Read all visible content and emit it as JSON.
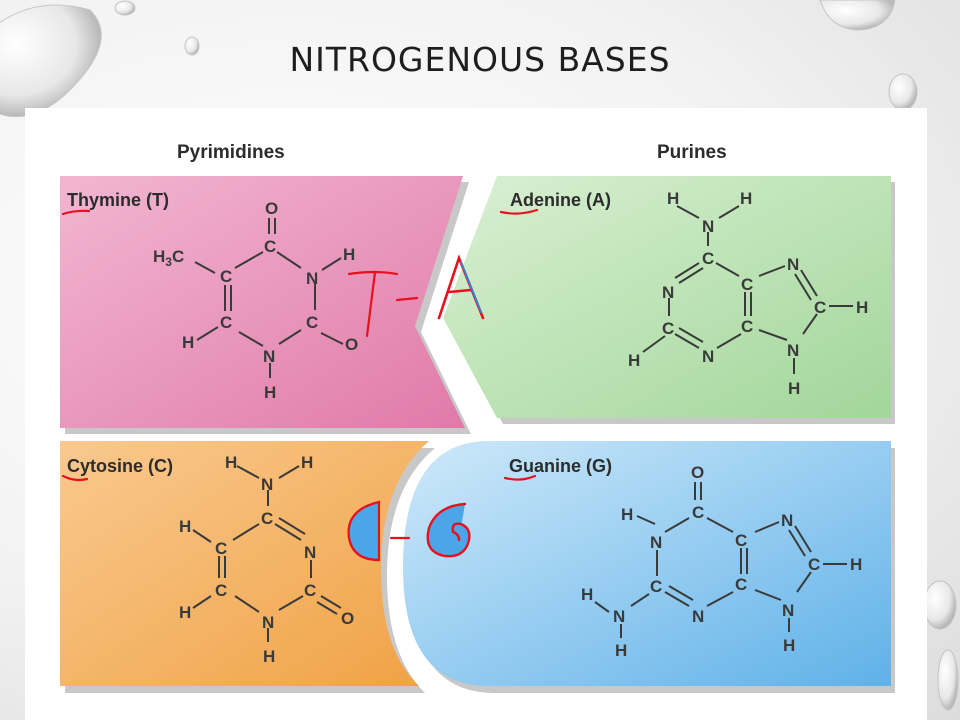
{
  "slide": {
    "title": "NITROGENOUS BASES"
  },
  "figure": {
    "headers": {
      "left": "Pyrimidines",
      "right": "Purines"
    },
    "bases": [
      {
        "name": "Thymine (T)",
        "color": "#e58fb7"
      },
      {
        "name": "Adenine (A)",
        "color": "#a7d9a0"
      },
      {
        "name": "Cytosine (C)",
        "color": "#f3a95a"
      },
      {
        "name": "Guanine (G)",
        "color": "#6fb8ea"
      }
    ],
    "atoms": {
      "C": "C",
      "N": "N",
      "O": "O",
      "H": "H",
      "CH3": "H",
      "CH3_sub": "3",
      "CH3_tail": "C"
    }
  },
  "annotations": {
    "color": "#e8101c"
  }
}
